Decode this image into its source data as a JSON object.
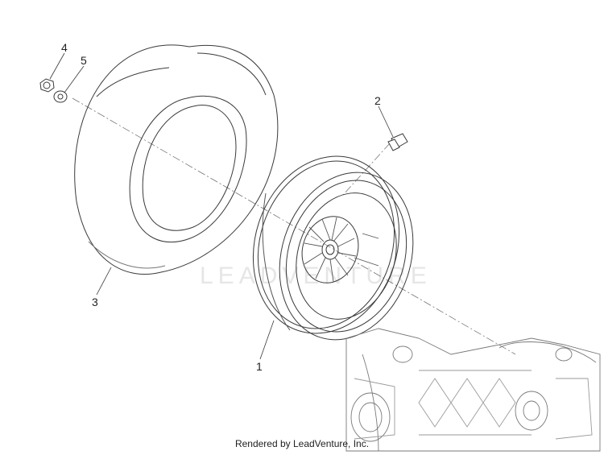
{
  "diagram": {
    "callouts": [
      {
        "id": "1",
        "part": "wheel-rim"
      },
      {
        "id": "2",
        "part": "rim-bolt"
      },
      {
        "id": "3",
        "part": "tire"
      },
      {
        "id": "4",
        "part": "axle-nut"
      },
      {
        "id": "5",
        "part": "washer"
      }
    ],
    "watermark": "LEADVENTURE",
    "footer": "Rendered by LeadVenture, Inc.",
    "colors": {
      "line": "#3a3a3a",
      "light_line": "#8a8a8a",
      "background": "#ffffff"
    }
  }
}
